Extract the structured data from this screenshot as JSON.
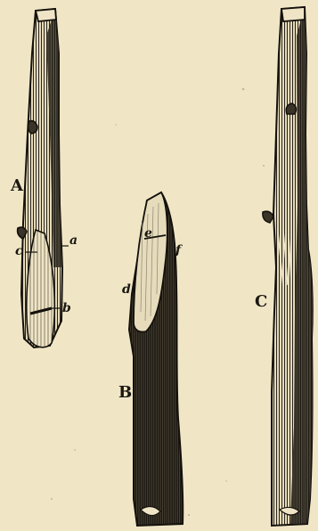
{
  "figure": {
    "labels": {
      "A": "A",
      "B": "B",
      "C": "C",
      "a": "a",
      "b": "b",
      "c": "c",
      "d": "d",
      "e": "e",
      "f": "f"
    },
    "colors": {
      "paper": "#f0e6c6",
      "ink": "#1a1712",
      "bark_light": "#e6dcbc"
    }
  }
}
